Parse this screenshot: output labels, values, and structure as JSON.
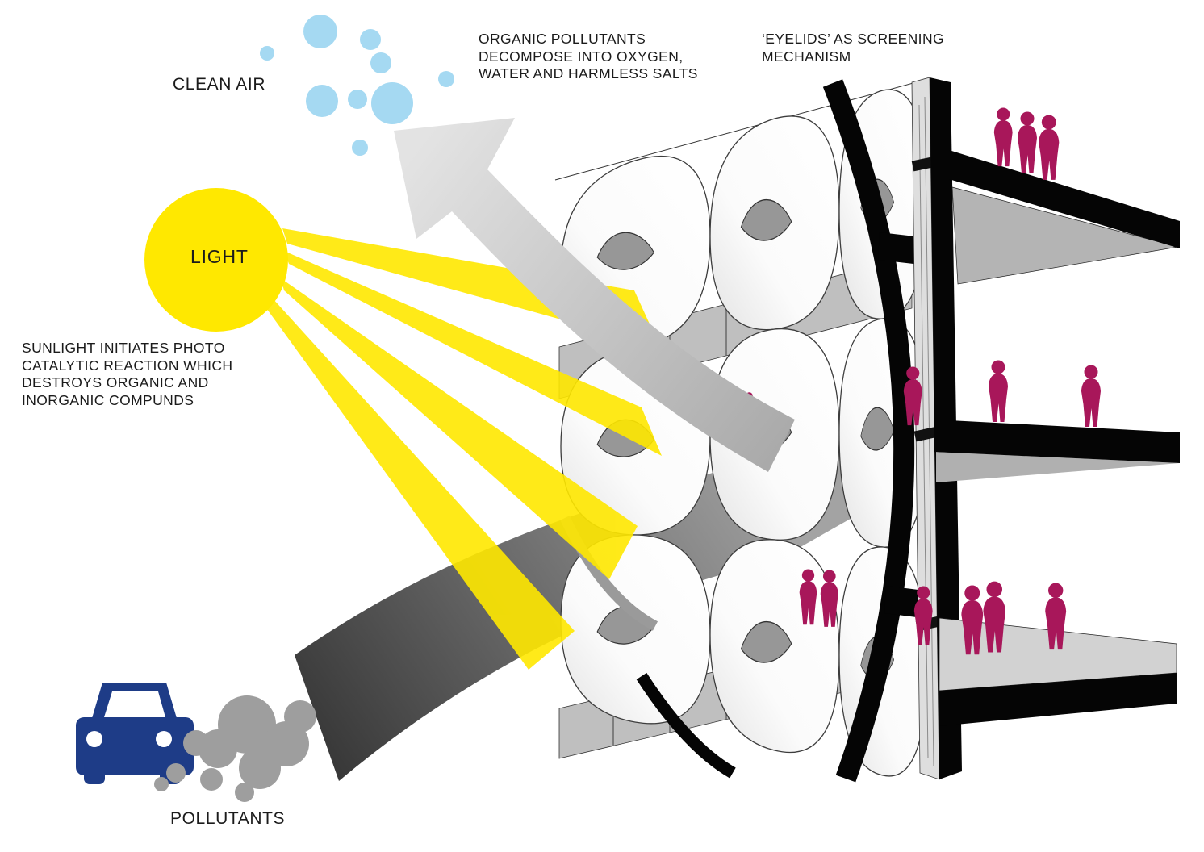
{
  "diagram": {
    "labels": {
      "clean_air": "CLEAN AIR",
      "light": "LIGHT",
      "pollutants": "POLLUTANTS",
      "organic_pollutants": "ORGANIC POLLUTANTS\nDECOMPOSE INTO OXYGEN,\nWATER AND HARMLESS SALTS",
      "eyelids": "‘EYELIDS’ AS SCREENING\nMECHANISM",
      "sunlight": "SUNLIGHT INITIATES PHOTO\nCATALYTIC REACTION WHICH\nDESTROYS ORGANIC AND\nINORGANIC COMPUNDS"
    },
    "colors": {
      "sun_yellow": "#FFE800",
      "ray_yellow": "#FFE800",
      "bubble_blue": "#A5D9F2",
      "car_blue": "#1E3C87",
      "smoke_gray": "#9E9E9E",
      "people_magenta": "#A8175A",
      "arrow_dark": "#3C3C3C",
      "arrow_light": "#D9D9D9",
      "facade_gray": "#BFBFBF",
      "frame_black": "#050505",
      "text_black": "#1B1B1B"
    },
    "icons": {
      "sun": "sun-icon",
      "car": "car-icon",
      "smoke": "smoke-cloud-icon",
      "bubbles": "clean-air-bubbles-icon",
      "pollution_arrow": "pollution-arrow-icon",
      "clean_air_arrow": "clean-air-arrow-icon",
      "facade": "eyelid-facade-illustration",
      "person": "person-silhouette-icon"
    }
  }
}
